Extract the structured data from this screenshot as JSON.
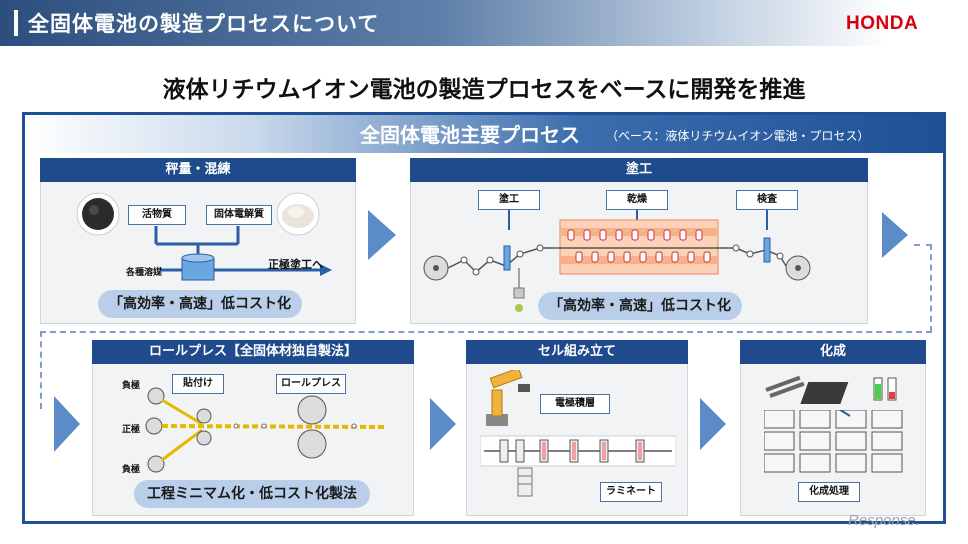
{
  "header": {
    "title": "全固体電池の製造プロセスについて",
    "logo": "HONDA"
  },
  "subtitle": "液体リチウムイオン電池の製造プロセスをベースに開発を推進",
  "main": {
    "title": "全固体電池主要プロセス",
    "note": "（ベース：液体リチウムイオン電池・プロセス）"
  },
  "steps": {
    "weighing": {
      "title": "秤量・混練",
      "tag_active": "活物質",
      "tag_electrolyte": "固体電解質",
      "label_solvent": "各種溶媒",
      "label_coating": "正極塗工へ",
      "pill": "「高効率・高速」低コスト化"
    },
    "coating": {
      "title": "塗工",
      "tag_coat": "塗工",
      "tag_dry": "乾燥",
      "tag_inspect": "検査",
      "pill": "「高効率・高速」低コスト化"
    },
    "rollpress": {
      "title": "ロールプレス【全固体材独自製法】",
      "tag_bond": "貼付け",
      "tag_press": "ロールプレス",
      "label_neg_top": "負極",
      "label_pos": "正極",
      "label_neg_bottom": "負極",
      "pill": "工程ミニマム化・低コスト化製法"
    },
    "assembly": {
      "title": "セル組み立て",
      "tag_stack": "電極積層",
      "tag_laminate": "ラミネート"
    },
    "formation": {
      "title": "化成",
      "tag_process": "化成処理"
    }
  },
  "watermark": "Response."
}
